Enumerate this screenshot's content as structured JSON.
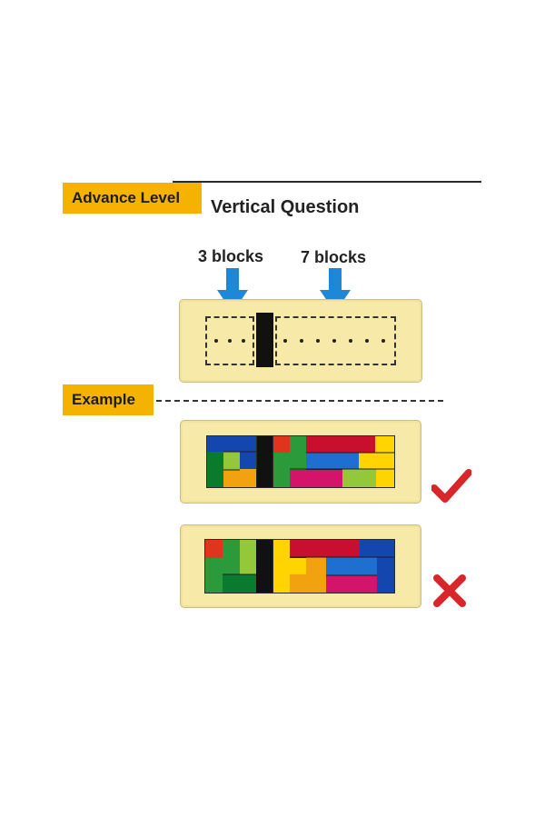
{
  "header": {
    "level_tag": "Advance Level",
    "title": "Vertical Question"
  },
  "diagram": {
    "left_label": "3 blocks",
    "right_label": "7 blocks",
    "left_dots": 3,
    "right_dots": 7,
    "arrow_color": "#1e88d6"
  },
  "example": {
    "tag": "Example"
  },
  "colors": {
    "tag_bg": "#f5b300",
    "board": "#f7eaa8",
    "check": "#d9262a",
    "cross": "#d9262a"
  },
  "correct_example": {
    "result": "correct",
    "icon": "check-icon"
  },
  "wrong_example": {
    "result": "wrong",
    "icon": "cross-icon"
  }
}
